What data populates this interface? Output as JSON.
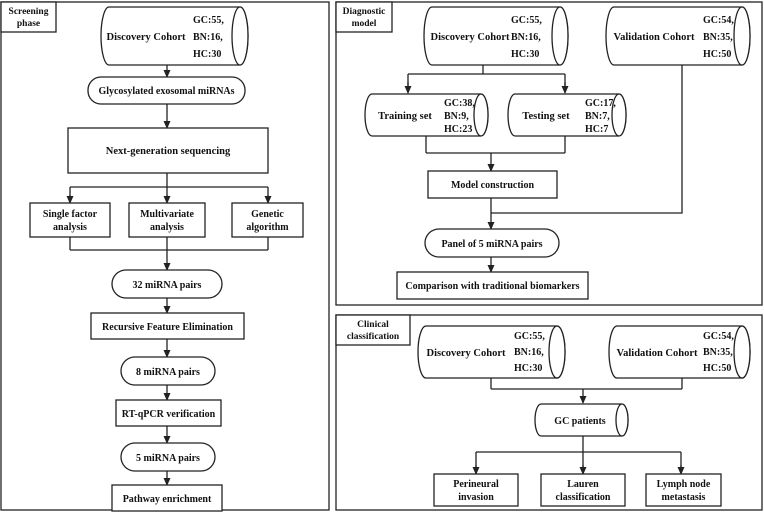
{
  "panels": {
    "screening": {
      "label_lines": [
        "Screening",
        "phase"
      ]
    },
    "diagnostic": {
      "label_lines": [
        "Diagnostic",
        "model"
      ]
    },
    "clinical": {
      "label_lines": [
        "Clinical",
        "classification"
      ]
    }
  },
  "screening": {
    "discovery_cohort": {
      "label": "Discovery Cohort",
      "counts": [
        "GC:55,",
        "BN:16,",
        "HC:30"
      ]
    },
    "glycosylated": "Glycosylated exosomal miRNAs",
    "ngs": "Next-generation sequencing",
    "single_factor": [
      "Single factor",
      "analysis"
    ],
    "multivariate": [
      "Multivariate",
      "analysis"
    ],
    "genetic": [
      "Genetic",
      "algorithm"
    ],
    "pairs_32": "32 miRNA pairs",
    "rfe": "Recursive Feature Elimination",
    "pairs_8": "8 miRNA pairs",
    "rtqpcr": "RT-qPCR verification",
    "pairs_5": "5 miRNA pairs",
    "pathway": "Pathway enrichment"
  },
  "diagnostic": {
    "discovery_cohort": {
      "label": "Discovery Cohort",
      "counts": [
        "GC:55,",
        "BN:16,",
        "HC:30"
      ]
    },
    "validation_cohort": {
      "label": "Validation Cohort",
      "counts": [
        "GC:54,",
        "BN:35,",
        "HC:50"
      ]
    },
    "training_set": {
      "label": "Training set",
      "counts": [
        "GC:38,",
        "BN:9,",
        "HC:23"
      ]
    },
    "testing_set": {
      "label": "Testing set",
      "counts": [
        "GC:17,",
        "BN:7,",
        "HC:7"
      ]
    },
    "model_construction": "Model construction",
    "panel": "Panel of 5 miRNA pairs",
    "comparison": "Comparison with traditional biomarkers"
  },
  "clinical": {
    "discovery_cohort": {
      "label": "Discovery Cohort",
      "counts": [
        "GC:55,",
        "BN:16,",
        "HC:30"
      ]
    },
    "validation_cohort": {
      "label": "Validation Cohort",
      "counts": [
        "GC:54,",
        "BN:35,",
        "HC:50"
      ]
    },
    "gc_patients": "GC patients",
    "perineural": [
      "Perineural",
      "invasion"
    ],
    "lauren": [
      "Lauren",
      "classification"
    ],
    "lymph": [
      "Lymph node",
      "metastasis"
    ]
  }
}
